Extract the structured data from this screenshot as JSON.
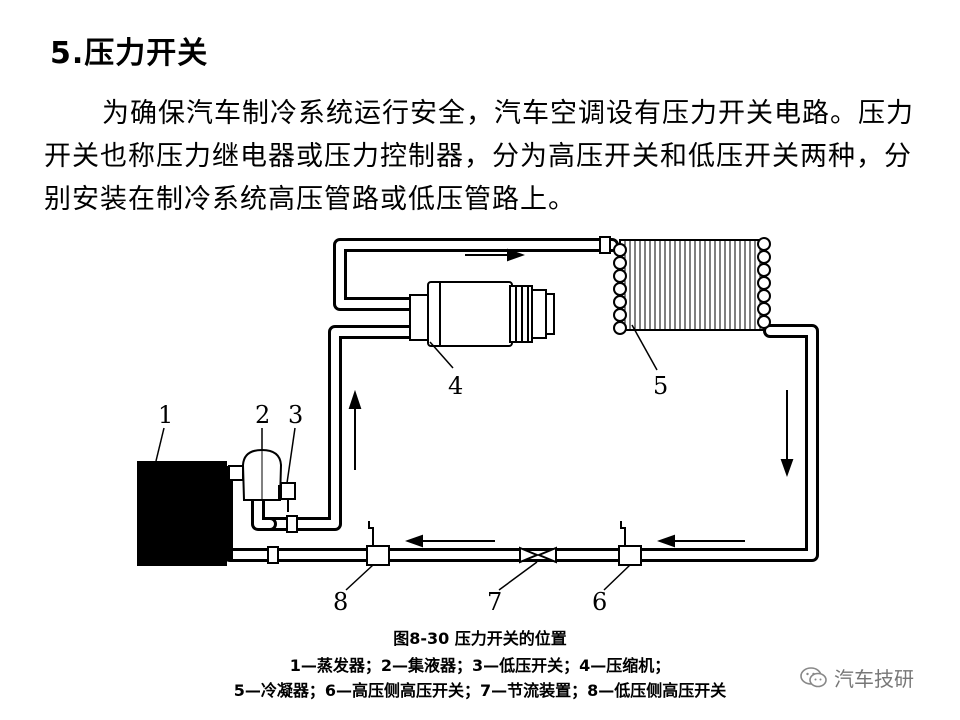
{
  "heading": "5.压力开关",
  "paragraph": "为确保汽车制冷系统运行安全，汽车空调设有压力开关电路。压力开关也称压力继电器或压力控制器，分为高压开关和低压开关两种，分别安装在制冷系统高压管路或低压管路上。",
  "diagram": {
    "labels": [
      "1",
      "2",
      "3",
      "4",
      "5",
      "6",
      "7",
      "8"
    ]
  },
  "caption": {
    "title": "图8-30  压力开关的位置",
    "line1": "1—蒸发器；2—集液器；3—低压开关；4—压缩机；",
    "line2": "5—冷凝器；6—高压侧高压开关；7—节流装置；8—低压侧高压开关"
  },
  "watermark": {
    "text": "汽车技研",
    "icon": "wechat-icon"
  }
}
